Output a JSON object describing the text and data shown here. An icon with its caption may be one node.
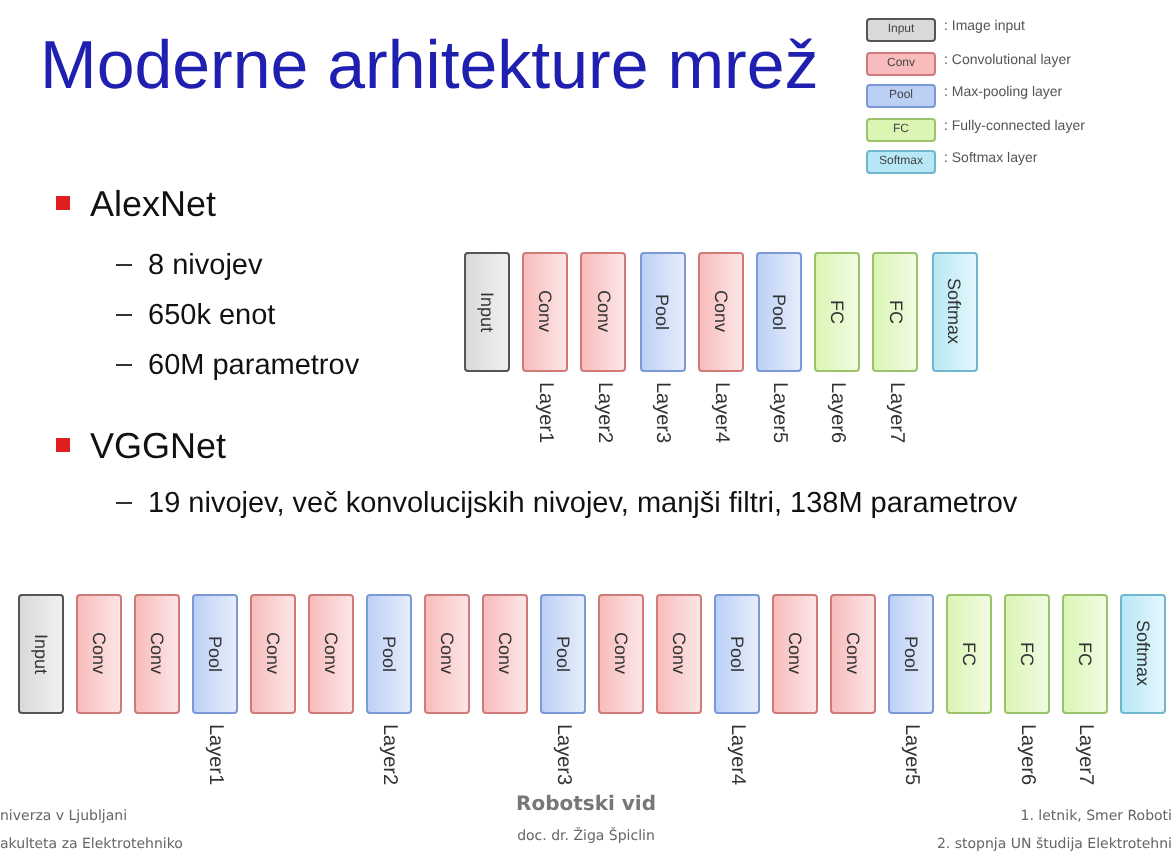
{
  "diagram": {
    "title": "Moderne arhitekture mrež",
    "nodes": [
      {
        "text": [
          "Input"
        ]
      },
      {
        "text": [
          "Conv"
        ],
        "beside": [
          "Layer1"
        ]
      },
      {
        "text": [
          "Conv"
        ],
        "beside": [
          "Layer2"
        ]
      },
      {
        "text": [
          "Pool"
        ],
        "beside": [
          "Layer3"
        ]
      },
      {
        "text": [
          "Conv"
        ],
        "beside": [
          "Layer4"
        ]
      },
      {
        "text": [
          "Pool"
        ],
        "beside": [
          "Layer5"
        ]
      },
      {
        "text": [
          "FC"
        ],
        "beside": [
          "Layer6"
        ]
      },
      {
        "text": [
          "FC"
        ],
        "beside": [
          "Layer7"
        ]
      },
      {
        "text": [
          "Softmax"
        ]
      },
      {
        "text": [
          "Input"
        ]
      },
      {
        "text": [
          "Conv"
        ]
      },
      {
        "text": [
          "Conv"
        ]
      },
      {
        "text": [
          "Pool"
        ],
        "beside": [
          "Layer1"
        ]
      },
      {
        "text": [
          "Conv"
        ]
      },
      {
        "text": [
          "Conv"
        ]
      },
      {
        "text": [
          "Pool"
        ],
        "beside": [
          "Layer2"
        ]
      },
      {
        "text": [
          "Conv"
        ]
      },
      {
        "text": [
          "Conv"
        ]
      },
      {
        "text": [
          "Pool"
        ],
        "beside": [
          "Layer3"
        ]
      },
      {
        "text": [
          "Conv"
        ]
      },
      {
        "text": [
          "Conv"
        ]
      },
      {
        "text": [
          "Pool"
        ],
        "beside": [
          "Layer4"
        ]
      },
      {
        "text": [
          "Conv"
        ]
      },
      {
        "text": [
          "Conv"
        ]
      },
      {
        "text": [
          "Pool"
        ],
        "beside": [
          "Layer5"
        ]
      },
      {
        "text": [
          "FC"
        ]
      },
      {
        "text": [
          "FC"
        ],
        "beside": [
          "Layer6"
        ]
      },
      {
        "text": [
          "FC"
        ],
        "beside": [
          "Layer7"
        ]
      },
      {
        "text": [
          "Softmax"
        ]
      }
    ],
    "labels": [
      "Input",
      "Conv",
      "Pool",
      "FC",
      "Softmax",
      "AlexNet",
      "8 nivojev",
      "650k enot",
      "60M parametrov",
      "VGGNet",
      "19 nivojev, več konvolucijskih nivojev, manjši filtri, 138M parametrov",
      "niverza v Ljubljani",
      "akulteta za Elektrotehniko",
      "Robotski vid",
      "doc. dr. Žiga Špiclin",
      "1. letnik, Smer Roboti",
      "2. stopnja UN študija Elektrotehni"
    ],
    "legend": [
      {
        "text": ": Image input",
        "color": "#d9d9d9"
      },
      {
        "text": ": Convolutional layer",
        "color": "#f8bcbc"
      },
      {
        "text": ": Max-pooling layer",
        "color": "#bcd0f6"
      },
      {
        "text": ": Fully-connected layer",
        "color": "#daf5b4"
      },
      {
        "text": ": Softmax layer",
        "color": "#b8e8f6"
      }
    ]
  }
}
